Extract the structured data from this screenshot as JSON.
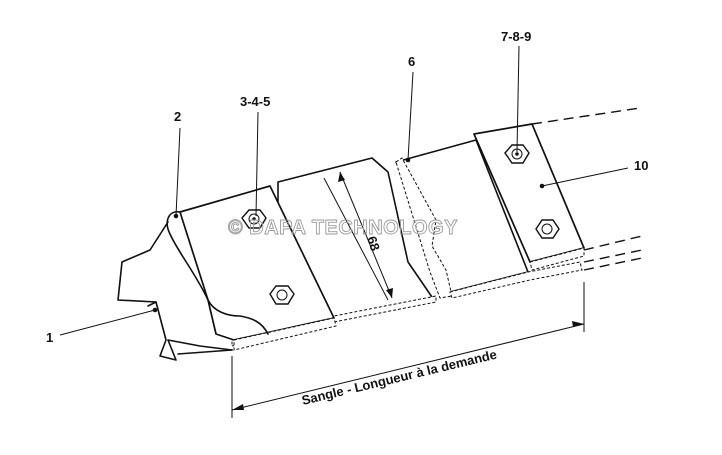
{
  "callouts": {
    "part_1": "1",
    "part_2": "2",
    "part_3_4_5": "3-4-5",
    "part_6": "6",
    "part_7_8_9": "7-8-9",
    "part_10": "10"
  },
  "dimensions": {
    "width": "68",
    "length_label": "Sangle - Longueur à la demande"
  },
  "watermark": "© DAPA TECHNOLOGY"
}
